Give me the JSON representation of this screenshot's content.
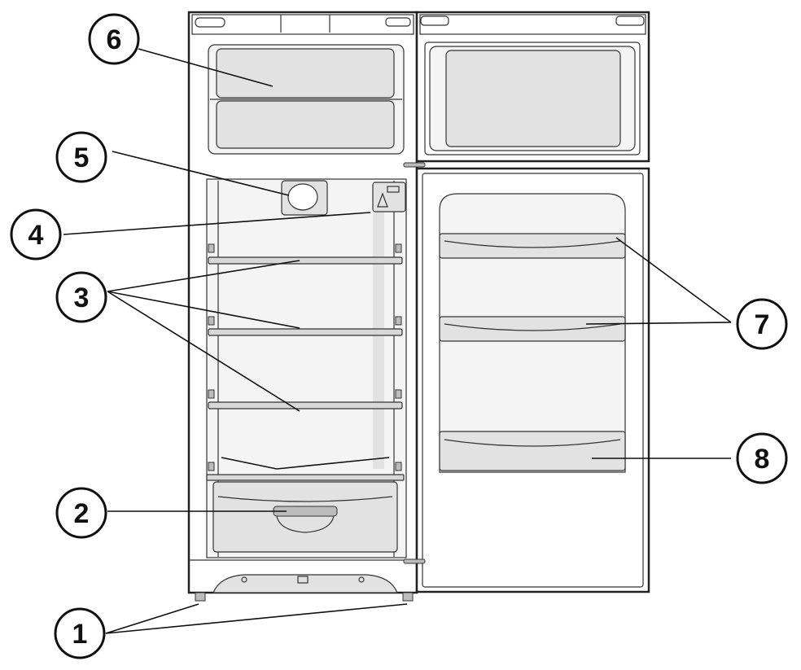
{
  "callouts": [
    {
      "id": "1",
      "label": "1"
    },
    {
      "id": "2",
      "label": "2"
    },
    {
      "id": "3",
      "label": "3"
    },
    {
      "id": "4",
      "label": "4"
    },
    {
      "id": "5",
      "label": "5"
    },
    {
      "id": "6",
      "label": "6"
    },
    {
      "id": "7",
      "label": "7"
    },
    {
      "id": "8",
      "label": "8"
    }
  ],
  "colors": {
    "stroke": "#111111",
    "liner": "#f4f4f4",
    "shade": "#e2e2e2"
  }
}
